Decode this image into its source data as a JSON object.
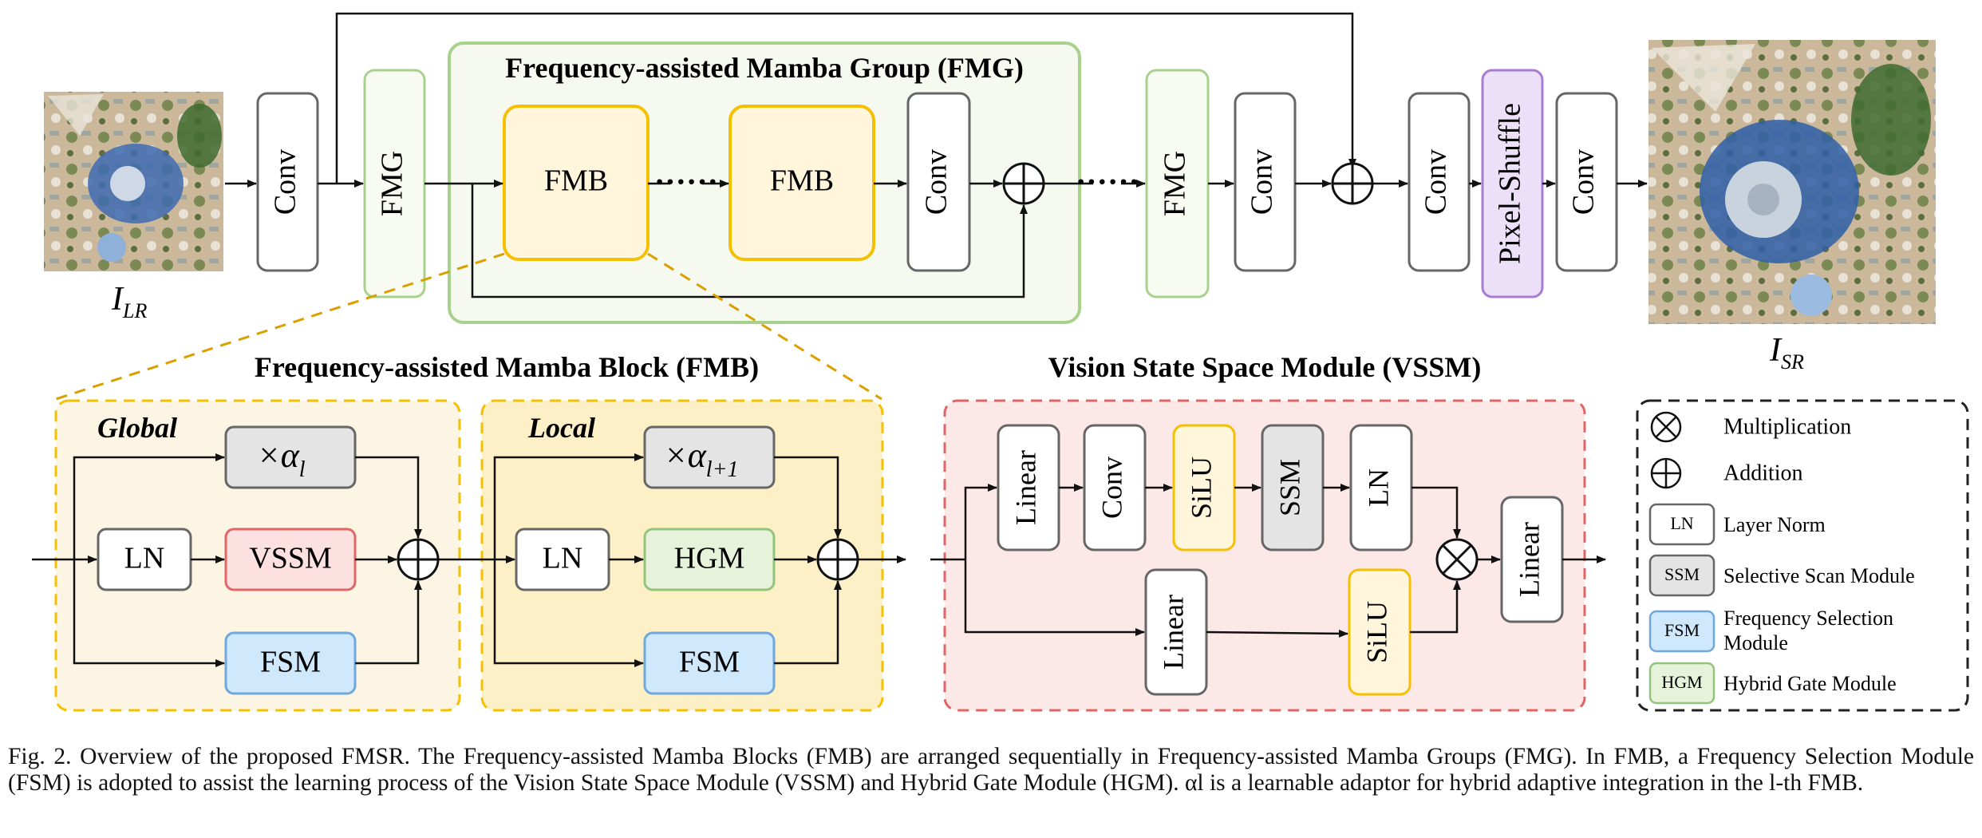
{
  "top": {
    "input_label": "I",
    "input_sub": "LR",
    "output_label": "I",
    "output_sub": "SR",
    "conv": "Conv",
    "fmg": "FMG",
    "fmb": "FMB",
    "pixel_shuffle": "Pixel-Shuffle",
    "dots": "······",
    "fmg_group_title": "Frequency-assisted Mamba Group (FMG)"
  },
  "fmb_block": {
    "title": "Frequency-assisted Mamba Block (FMB)",
    "global_label": "Global",
    "local_label": "Local",
    "ln": "LN",
    "vssm": "VSSM",
    "hgm": "HGM",
    "fsm": "FSM",
    "alpha_global_prefix": "×α",
    "alpha_global_sub": "l",
    "alpha_local_prefix": "×α",
    "alpha_local_sub": "l+1"
  },
  "vssm_module": {
    "title": "Vision State Space Module (VSSM)",
    "linear": "Linear",
    "conv": "Conv",
    "silu": "SiLU",
    "ssm": "SSM",
    "ln": "LN"
  },
  "legend": {
    "multiplication": "Multiplication",
    "addition": "Addition",
    "ln_abbr": "LN",
    "ln_text": "Layer Norm",
    "ssm_abbr": "SSM",
    "ssm_text": "Selective Scan Module",
    "fsm_abbr": "FSM",
    "fsm_text_1": "Frequency Selection",
    "fsm_text_2": "Module",
    "hgm_abbr": "HGM",
    "hgm_text": "Hybrid Gate Module"
  },
  "caption": "Fig. 2. Overview of the proposed FMSR. The Frequency-assisted Mamba Blocks (FMB) are arranged sequentially in Frequency-assisted Mamba Groups (FMG). In FMB, a Frequency Selection Module (FSM) is adopted to assist the learning process of the Vision State Space Module (VSSM) and Hybrid Gate Module (HGM). αl is a learnable adaptor for hybrid adaptive integration in the l-th FMB.",
  "colors": {
    "fmg_green": "#a9d18e",
    "fmb_yellow": "#f5c000",
    "block_fill_yellow": "#fff6dc",
    "vssm_red": "#e06666",
    "vssm_fill": "#fde8e8",
    "fsm_blue": "#6fa8dc",
    "fsm_fill": "#cfe8fb",
    "hgm_green": "#93c47d",
    "hgm_fill": "#e6f2da",
    "ssm_fill": "#e4e4e4",
    "pixel_shuffle_purple": "#a97bd4",
    "pixel_shuffle_fill": "#ecdff8",
    "gray_border": "#666666",
    "dashed_orange": "#d9a000",
    "dashed_red": "#e06666"
  }
}
